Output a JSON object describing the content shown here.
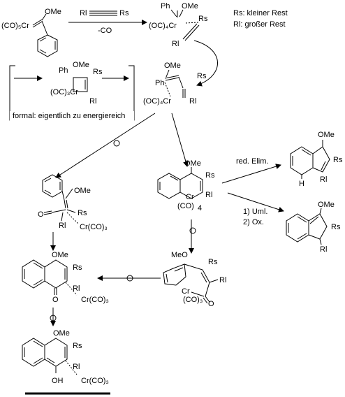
{
  "legend": {
    "rs": "Rs: kleiner Rest",
    "rl": "Rl: großer Rest"
  },
  "reagents": {
    "alkyne_rl": "Rl",
    "alkyne_rs": "Rs",
    "co_loss": "-CO"
  },
  "box_note": "formal: eigentlich zu energiereich",
  "labels": {
    "ome": "OMe",
    "meo": "MeO",
    "rs": "Rs",
    "rl": "Rl",
    "ph": "Ph",
    "cr": "Cr",
    "co5cr": "(CO)₅Cr",
    "occr_3": "(OC)₃Cr",
    "occr_4": "(OC)₄Cr",
    "co_paren": "(CO)",
    "co3_paren": "(CO)₃",
    "crco3": "Cr(CO)₃",
    "o": "O",
    "oh": "OH",
    "h": "H",
    "sub4": "4",
    "eq": "="
  },
  "steps": {
    "red_elim": "red. Elim.",
    "uml": "1) Uml.",
    "ox": "2) Ox."
  }
}
